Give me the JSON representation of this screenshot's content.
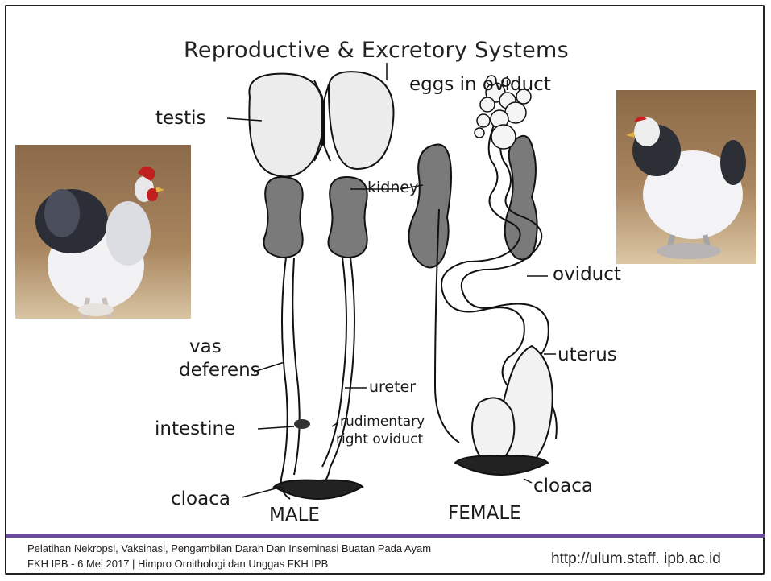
{
  "diagram": {
    "title": "Reproductive & Excretory Systems",
    "labels": {
      "testis": "testis",
      "eggs_in_oviduct": "eggs in oviduct",
      "kidney": "kidney",
      "oviduct": "oviduct",
      "vas_deferens_line1": "vas",
      "vas_deferens_line2": "deferens",
      "uterus": "uterus",
      "ureter": "ureter",
      "intestine": "intestine",
      "rudimentary_line1": "rudimentary",
      "rudimentary_line2": "right oviduct",
      "cloaca_male": "cloaca",
      "cloaca_female": "cloaca",
      "male": "MALE",
      "female": "FEMALE"
    }
  },
  "footer": {
    "line1": "Pelatihan Nekropsi, Vaksinasi, Pengambilan Darah Dan Inseminasi Buatan Pada Ayam",
    "line2": "FKH IPB - 6 Mei 2017  | Himpro Ornithologi dan Unggas FKH IPB",
    "url": "http://ulum.staff. ipb.ac.id"
  },
  "colors": {
    "footer_bar": "#6b4a9c",
    "organ_fill": "#7a7a7a"
  }
}
